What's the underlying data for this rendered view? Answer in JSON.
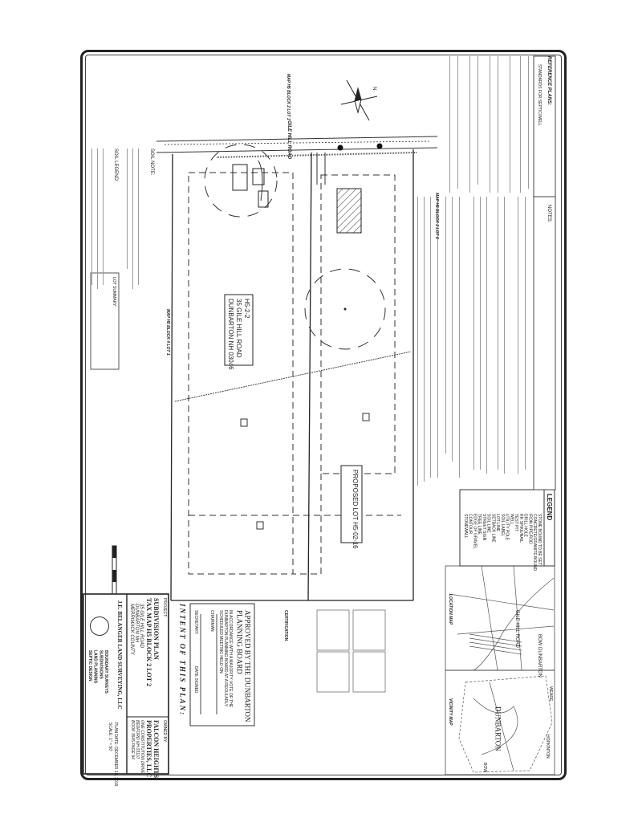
{
  "sheet": {
    "title_block": {
      "project_heading": "PROJECT:",
      "plan_title": "SUBDIVISION PLAN",
      "tax_map": "TAX MAP H5 BLOCK 2 LOT 2",
      "address": "35 GILE HILL ROAD",
      "town": "DUNBARTON NH",
      "county": "MERRIMACK COUNTY",
      "owner_heading": "OWNED BY:",
      "owner_name_1": "FALCON HEIGHTS",
      "owner_name_2": "PROPERTIES, LLC",
      "owner_street": "ONE CONSTITUTION DRIVE",
      "owner_city": "BEDFORD NH 03110",
      "owner_deed": "BOOK 3545 PAGE 94",
      "company": "J.E. BELANGER LAND SURVEYING, LLC",
      "services": [
        "BOUNDARY SURVEYS",
        "SUBDIVISIONS",
        "LAND PLANNING",
        "SEPTIC DESIGN"
      ],
      "plan_date": "PLAN DATE: DECEMBER 10, 2019",
      "scale": "SCALE: 1\" = 50'"
    },
    "intent": {
      "heading": "INTENT OF THIS PLAN:"
    },
    "approval": {
      "heading_1": "APPROVED BY THE DUNBARTON",
      "heading_2": "PLANNING BOARD",
      "body_1": "IN ACCORDANCE WITH A MAJORITY VOTE OF THE",
      "body_2": "DUNBARTON PLANNING BOARD AT A REGULARLY",
      "body_3": "SCHEDULED MEETING HELD ON",
      "chairman": "CHAIRMAN",
      "secretary": "SECRETARY",
      "date_signed": "DATE SIGNED"
    },
    "certification": {
      "heading": "CERTIFICATION"
    },
    "legend": {
      "heading": "LEGEND",
      "items": [
        "STONE BOUND TO BE SET",
        "CONCRETE/GRANITE BOUND",
        "IRON PIPE/ROD",
        "DRILL HOLE",
        "RR SPIKE/NAIL",
        "TEST PIT",
        "WELL",
        "UTILITY POLE",
        "SOIL LABEL",
        "LOT LINE",
        "SETBACK LINE",
        "SOIL LINE",
        "STREET SIGN",
        "TREE LINE",
        "EDGE OF GRAVEL",
        "CONTOUR",
        "STONEWALL"
      ]
    },
    "maps": {
      "location_heading": "LOCATION MAP",
      "vicinity_heading": "VICINITY MAP",
      "vicinity_labels": [
        "WEARE",
        "DUNBARTON",
        "HOPKINTON",
        "BOW"
      ],
      "location_road": "GILE HILL ROAD",
      "location_town": "BOW DUNBARTON"
    },
    "notes": {
      "notes_heading": "NOTES:",
      "reference_heading": "REFERENCE PLANS:",
      "standards_heading": "STANDARDS FOR SEPTIC/WELL"
    },
    "soil": {
      "note_heading": "SOIL NOTE:",
      "legend_heading": "SOIL LEGEND:",
      "lot_summary_heading": "LOT SUMMARY:"
    },
    "plan": {
      "road_name": "GILE HILL ROAD",
      "existing_lot": [
        "H5-2-2",
        "35 GILE HILL ROAD",
        "DUNBARTON NH 03046"
      ],
      "proposed_lot": "PROPOSED LOT H5-02-16",
      "abutter_south": "MAP H5 BLOCK 4 LOT 1",
      "abutter_north": "MAP H5 BLOCK 2 LOT 1",
      "abutter_east": "MAP H5 BLOCK 2 LOT 6",
      "north_label": "N"
    }
  }
}
